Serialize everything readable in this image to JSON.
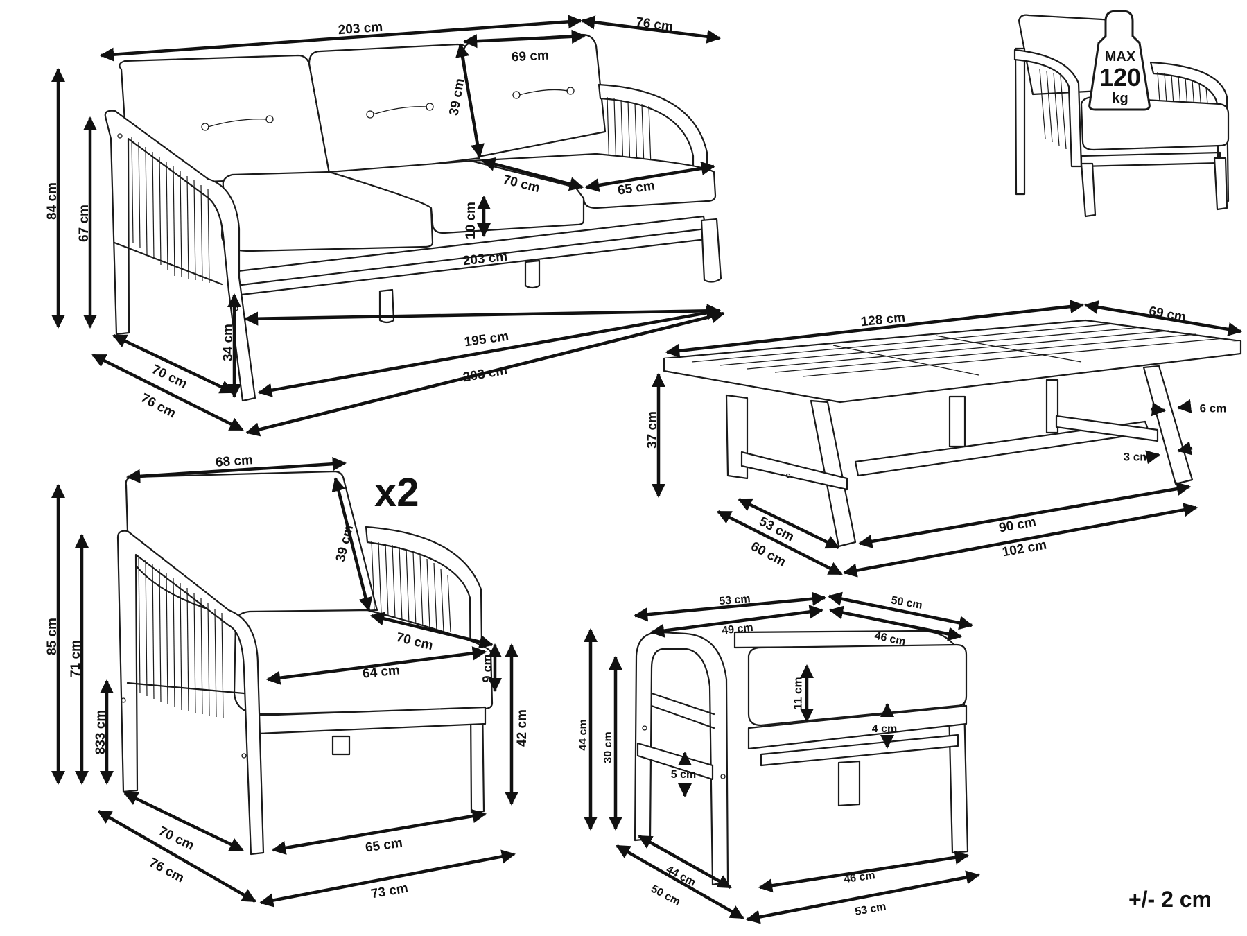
{
  "labels": {
    "sofa": {
      "top_width": "203 cm",
      "top_depth": "76 cm",
      "back_cushion_width": "69 cm",
      "back_cushion_height": "39 cm",
      "seat_cushion_depth": "70 cm",
      "seat_cushion_width": "65 cm",
      "seat_cushion_thickness": "10 cm",
      "seat_width": "203 cm",
      "total_height": "84 cm",
      "arm_height": "67 cm",
      "seat_height": "34 cm",
      "inner_width": "195 cm",
      "base_depth_inner": "70 cm",
      "base_depth_outer": "76 cm",
      "base_width": "203 cm"
    },
    "table": {
      "top_length": "128 cm",
      "top_width": "69 cm",
      "height": "37 cm",
      "leg_width": "6 cm",
      "leg_thickness": "3 cm",
      "base_depth_inner": "53 cm",
      "base_depth_outer": "60 cm",
      "base_length_inner": "90 cm",
      "base_length_outer": "102 cm"
    },
    "armchair": {
      "quantity": "x2",
      "back_width": "68 cm",
      "back_height": "39 cm",
      "seat_depth": "70 cm",
      "seat_width": "64 cm",
      "cushion_thickness": "9 cm",
      "total_height": "85 cm",
      "arm_height": "71 cm",
      "frame_height": "833 cm",
      "seat_height": "42 cm",
      "base_depth_inner": "70 cm",
      "base_depth_outer": "76 cm",
      "base_width_inner": "65 cm",
      "base_width_outer": "73 cm"
    },
    "ottoman": {
      "top_width_outer": "53 cm",
      "top_depth_outer": "50 cm",
      "top_width_inner": "49 cm",
      "top_depth_inner": "46 cm",
      "cushion_thickness": "11 cm",
      "frame_thickness": "4 cm",
      "rail_thickness": "5 cm",
      "total_height": "44 cm",
      "frame_height": "30 cm",
      "base_depth_inner": "44 cm",
      "base_depth_outer": "50 cm",
      "base_width_inner": "46 cm",
      "base_width_outer": "53 cm"
    },
    "load_badge": {
      "line1": "MAX",
      "line2": "120",
      "line3": "kg"
    },
    "tolerance": "+/- 2 cm"
  },
  "colors": {
    "ink": "#111111",
    "paper": "#ffffff"
  }
}
